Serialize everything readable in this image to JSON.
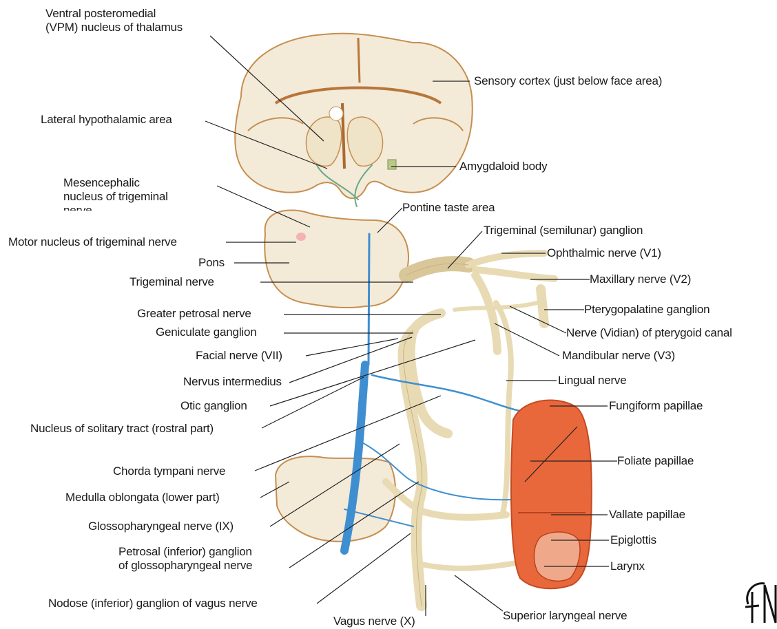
{
  "diagram": {
    "labels": {
      "vpm": "Ventral posteromedial\n(VPM) nucleus of thalamus",
      "sensory_cortex": "Sensory cortex (just below face area)",
      "lateral_hypothalamic": "Lateral hypothalamic area",
      "amygdaloid": "Amygdaloid body",
      "mesencephalic": "Mesencephalic\nnucleus of trigeminal",
      "mesencephalic_cut": "nerve",
      "pontine_taste": "Pontine taste area",
      "trigeminal_ganglion": "Trigeminal (semilunar) ganglion",
      "motor_nucleus": "Motor nucleus of trigeminal nerve",
      "ophthalmic": "Ophthalmic nerve (V1)",
      "pons": "Pons",
      "trigeminal_nerve": "Trigeminal nerve",
      "maxillary": "Maxillary nerve (V2)",
      "greater_petrosal": "Greater petrosal nerve",
      "pterygopalatine": "Pterygopalatine ganglion",
      "geniculate": "Geniculate ganglion",
      "vidian": "Nerve (Vidian) of pterygoid canal",
      "facial": "Facial nerve (VII)",
      "mandibular": "Mandibular nerve (V3)",
      "nervus_intermedius": "Nervus intermedius",
      "lingual": "Lingual nerve",
      "otic": "Otic ganglion",
      "fungiform": "Fungiform papillae",
      "solitary": "Nucleus of solitary tract (rostral part)",
      "chorda": "Chorda tympani nerve",
      "foliate": "Foliate papillae",
      "medulla": "Medulla oblongata (lower part)",
      "vallate": "Vallate papillae",
      "glossopharyngeal": "Glossopharyngeal nerve (IX)",
      "epiglottis": "Epiglottis",
      "petrosal": "Petrosal (inferior) ganglion\nof glossopharyngeal nerve",
      "larynx": "Larynx",
      "nodose": "Nodose (inferior) ganglion of vagus nerve",
      "vagus": "Vagus nerve (X)",
      "superior_laryngeal": "Superior laryngeal nerve"
    },
    "signature": "F. N.",
    "colors": {
      "brain_fill": "#f3ead8",
      "brain_outline": "#c68e4f",
      "nerve_fill": "#f1e6c7",
      "nerve_outline": "#c9b37f",
      "taste_pathway": "#3f8fd0",
      "tongue": "#e8683b",
      "leader": "#222222"
    }
  }
}
